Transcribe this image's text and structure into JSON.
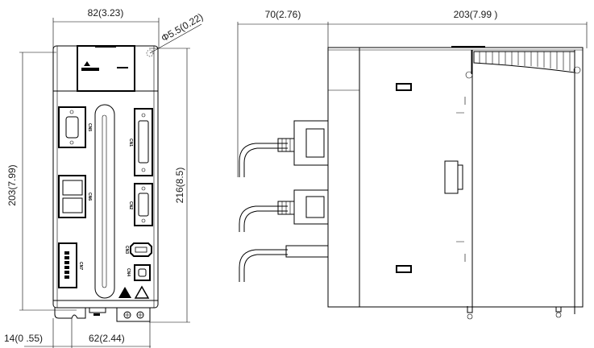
{
  "front_view": {
    "width_dim": "82(3.23)",
    "hole_dim": "Φ5.5(0.22)",
    "height_dim": "203(7.99)",
    "overall_height_dim": "216(8.5)",
    "left_offset_dim": "14(0 .55)",
    "mount_pitch_dim": "62(2.44)",
    "connectors": [
      "CN5",
      "CN6",
      "CN7",
      "CN1",
      "CN2",
      "CN3",
      "CN4"
    ]
  },
  "side_view": {
    "cable_clearance_dim": "70(2.76)",
    "depth_dim": "203(7.99 )"
  }
}
